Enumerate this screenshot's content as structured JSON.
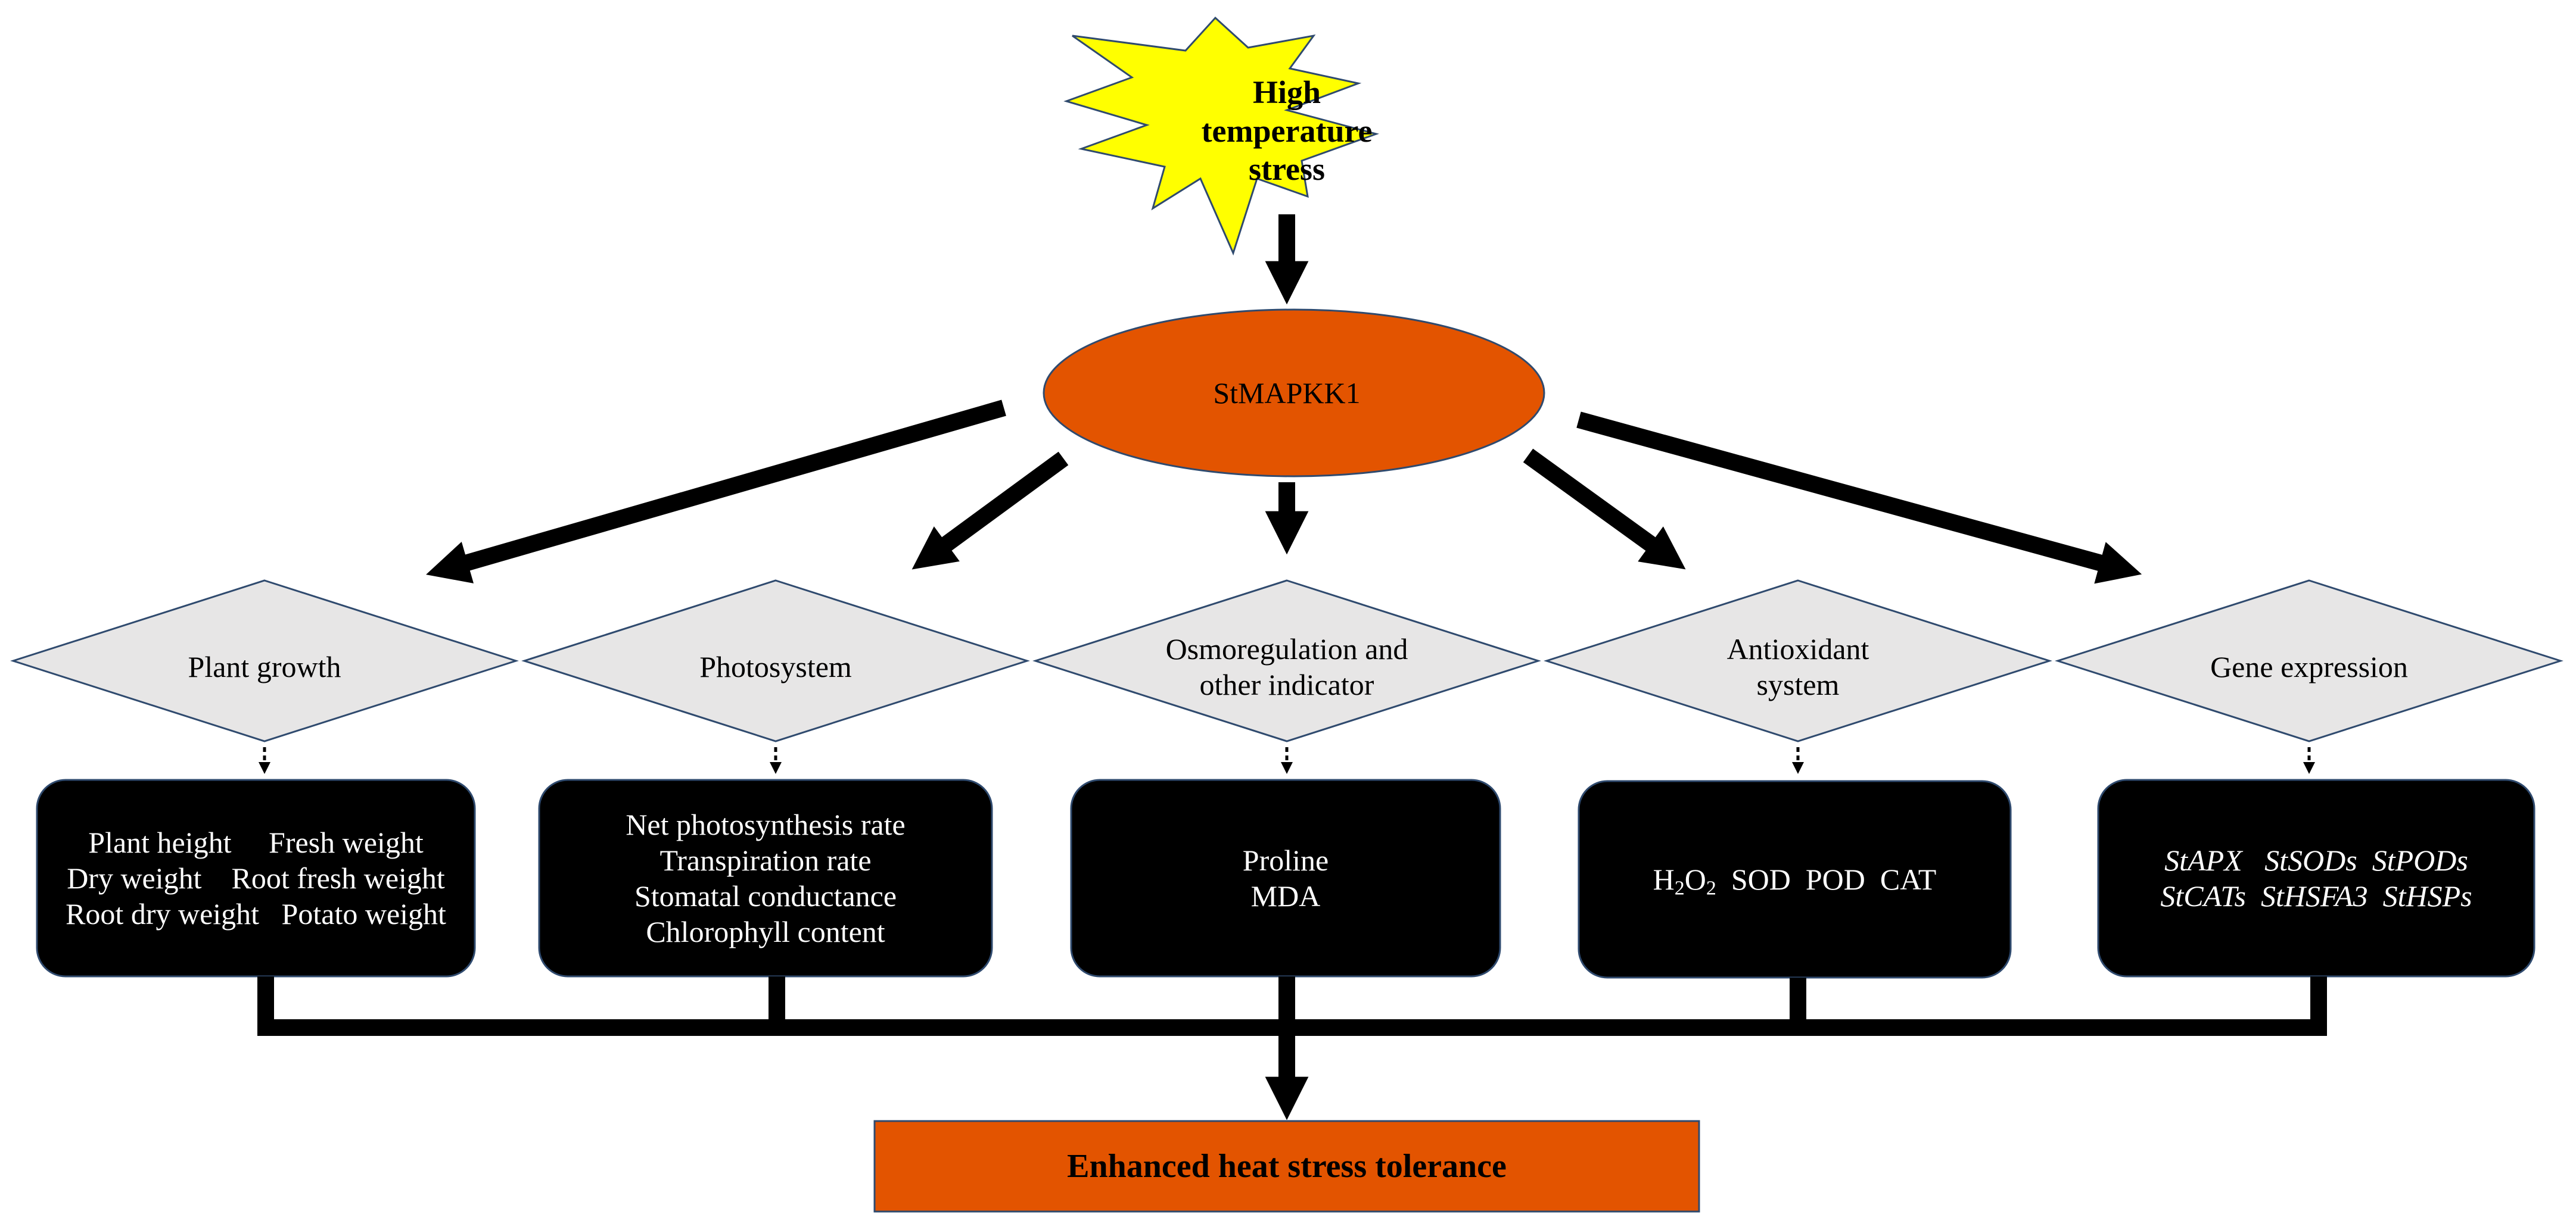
{
  "stress": {
    "lines": [
      "High",
      "temperature",
      "stress"
    ],
    "color": "#FFFF00"
  },
  "center_node": {
    "label": "StMAPKK1",
    "color": "#E35400"
  },
  "diamond_color": "#E7E6E6",
  "categories": [
    {
      "label": "Plant growth",
      "box_lines": [
        "Plant height     Fresh weight",
        "Dry weight    Root fresh weight",
        "Root dry weight   Potato weight"
      ]
    },
    {
      "label": "Photosystem",
      "box_lines": [
        "Net photosynthesis rate",
        "Transpiration rate",
        "Stomatal conductance",
        "Chlorophyll content"
      ]
    },
    {
      "label": "Osmoregulation and other indicator",
      "box_lines": [
        "Proline",
        "MDA"
      ]
    },
    {
      "label": "Antioxidant system",
      "box_formula": {
        "h": "H",
        "sub": "2",
        "o": "O",
        "sub2": "2",
        "rest": "  SOD  POD  CAT"
      }
    },
    {
      "label": "Gene expression",
      "box_lines": [
        "StAPX   StSODs  StPODs",
        "StCATs  StHSFA3  StHSPs"
      ],
      "italic": true
    }
  ],
  "result": {
    "label": "Enhanced heat stress  tolerance",
    "color": "#E35400"
  }
}
